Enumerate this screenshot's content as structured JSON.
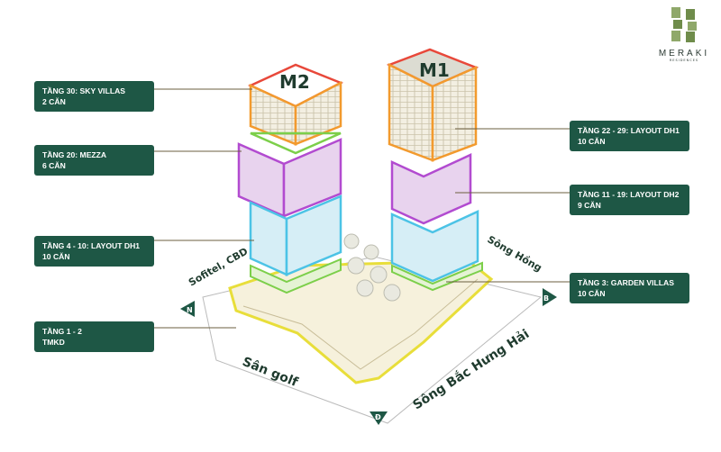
{
  "logo": {
    "name": "MERAKI",
    "subtitle": "RESIDENCES"
  },
  "towers": [
    {
      "label": "M2"
    },
    {
      "label": "M1"
    }
  ],
  "left_labels": [
    {
      "title": "TẦNG 30: SKY VILLAS",
      "count": "2 CĂN"
    },
    {
      "title": "TẦNG 20: MEZZA",
      "count": "6 CĂN"
    },
    {
      "title": "TẦNG 4 - 10: LAYOUT DH1",
      "count": "10 CĂN"
    },
    {
      "title": "TẦNG 1 - 2",
      "count": "TMKD"
    }
  ],
  "right_labels": [
    {
      "title": "TẦNG 22 - 29: LAYOUT DH1",
      "count": "10 CĂN"
    },
    {
      "title": "TẦNG 11 - 19: LAYOUT DH2",
      "count": "9 CĂN"
    },
    {
      "title": "TẦNG 3: GARDEN VILLAS",
      "count": "10 CĂN"
    }
  ],
  "surroundings": {
    "west": "Sofitel, CBD",
    "east": "Sông Hồng",
    "south_west": "Sân golf",
    "south_east": "Sông Bắc Hưng Hải"
  },
  "compass": {
    "north": "N",
    "east": "B",
    "south": "Đ"
  },
  "colors": {
    "label_bg": "#1e5745",
    "sky": "#e8483a",
    "orange": "#f29a2e",
    "green": "#7ccf4a",
    "purple": "#b24bd0",
    "cyan": "#4cc3e6",
    "podium": "#e8de3a"
  }
}
